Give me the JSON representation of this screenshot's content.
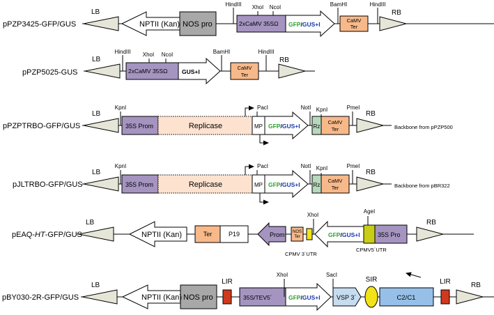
{
  "constructs": [
    {
      "name": "pPZP3425-GFP/GUS",
      "lb": "LB",
      "rb": "RB",
      "nptii": "NPTII (Kan)",
      "nos_pro": "NOS pro",
      "promoter": "2xCaMV  35SΩ",
      "gfp": "GFP",
      "slash": "/",
      "gus": "GUS+I",
      "camv_ter": [
        "CaMV",
        "Ter"
      ],
      "sites": [
        "HindIII",
        "XhoI",
        "NcoI",
        "BamHI",
        "HindIII"
      ]
    },
    {
      "name": "pPZP5025-GUS",
      "lb": "LB",
      "rb": "RB",
      "promoter": "2xCaMV  35SΩ",
      "gus": "GUS+I",
      "camv_ter": [
        "CaMV",
        "Ter"
      ],
      "sites": [
        "HindIII",
        "XhoI",
        "NcoI",
        "BamHI",
        "HindIII"
      ]
    },
    {
      "name": "pPZPTRBO-GFP/GUS",
      "lb": "LB",
      "rb": "RB",
      "prom": "35S Prom",
      "replicase": "Replicase",
      "mp": "MP",
      "gfp": "GFP",
      "slash": "/",
      "gus": "GUS+I",
      "rz": "Rz",
      "camv_ter": [
        "CaMV",
        "Ter"
      ],
      "sites": [
        "KpnI",
        "PacI",
        "NotI",
        "KpnI",
        "PmeI"
      ],
      "note": "Backbone from pPZP500"
    },
    {
      "name": "pJLTRBO-GFP/GUS",
      "lb": "LB",
      "rb": "RB",
      "prom": "35S Prom",
      "replicase": "Replicase",
      "mp": "MP",
      "gfp": "GFP",
      "slash": "/",
      "gus": "GUS+I",
      "rz": "Rz",
      "camv_ter": [
        "CaMV",
        "Ter"
      ],
      "sites": [
        "KpnI",
        "PacI",
        "NotI",
        "KpnI",
        "PmeI"
      ],
      "note": "Backbone from pBR322"
    },
    {
      "name_parts": [
        "pEAQ-",
        "HT",
        "-GFP/GUS"
      ],
      "lb": "LB",
      "rb": "RB",
      "nptii": "NPTII (Kan)",
      "ter": "Ter",
      "p19": "P19",
      "prom": "Prom",
      "nos_ter": [
        "NOS",
        "Ter"
      ],
      "gfp": "GFP",
      "slash": "/",
      "gus": "GUS+I",
      "pro35s": "35S Pro",
      "utr3": "CPMV 3´UTR",
      "utr5": "CPMV5´UTR",
      "sites": [
        "XhoI",
        "AgeI"
      ]
    },
    {
      "name": "pBY030-2R-GFP/GUS",
      "lb": "LB",
      "rb": "RB",
      "nptii": "NPTII (Kan)",
      "nos_pro": "NOS pro",
      "lir": "LIR",
      "lir2": "LIR",
      "promoter": "35S/TEV5´",
      "gfp": "GFP",
      "slash": "/",
      "gus": "GUS+I",
      "vsp": "VSP 3´",
      "sir": "SIR",
      "c2c1": "C2/C1",
      "sites": [
        "XhoI",
        "SacI"
      ]
    }
  ],
  "colors": {
    "purple": "#a594c0",
    "gray": "#a8a8a8",
    "orange": "#f7b98a",
    "peach": "#fde2d0",
    "red": "#cf3a1e",
    "yellow": "#f2e218",
    "green_rz": "#b8d8bd",
    "vsp": "#c6dcef",
    "c2c1": "#96c0e8",
    "lb_fill": "#e6e6d8",
    "gfp_text": "#2aa22e",
    "gus_text": "#1a3aa8"
  }
}
